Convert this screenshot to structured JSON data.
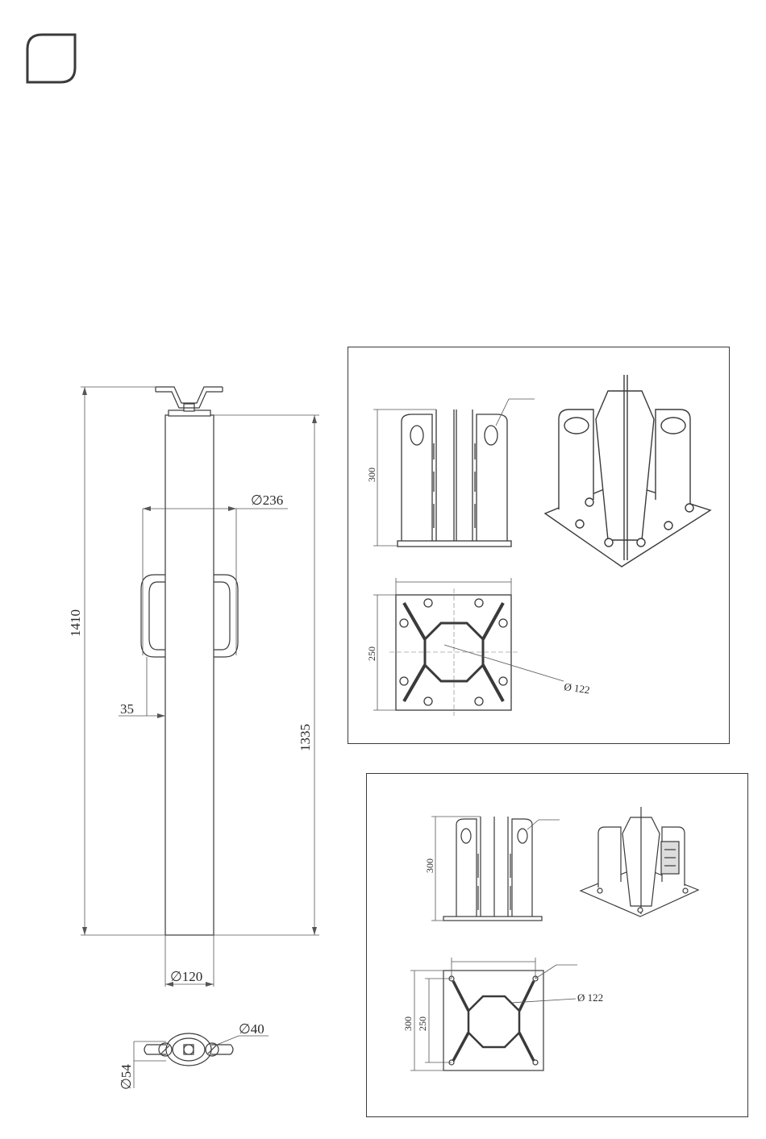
{
  "colors": {
    "line": "#3a3a3a",
    "thin": "#555555",
    "background": "#ffffff"
  },
  "page_icon": "rounded-square-icon",
  "pole_drawing": {
    "total_height": "1410",
    "pipe_height": "1335",
    "handle_span": "∅236",
    "handle_offset": "35",
    "pipe_diameter": "∅120",
    "lug_hole": "∅40",
    "cap_diameter": "∅54"
  },
  "base_large": {
    "height": "300",
    "plate_side": "250",
    "tube_diameter": "Ø 122"
  },
  "base_small": {
    "height": "300",
    "plate_outer": "300",
    "plate_inner": "250",
    "tube_diameter": "Ø 122"
  }
}
